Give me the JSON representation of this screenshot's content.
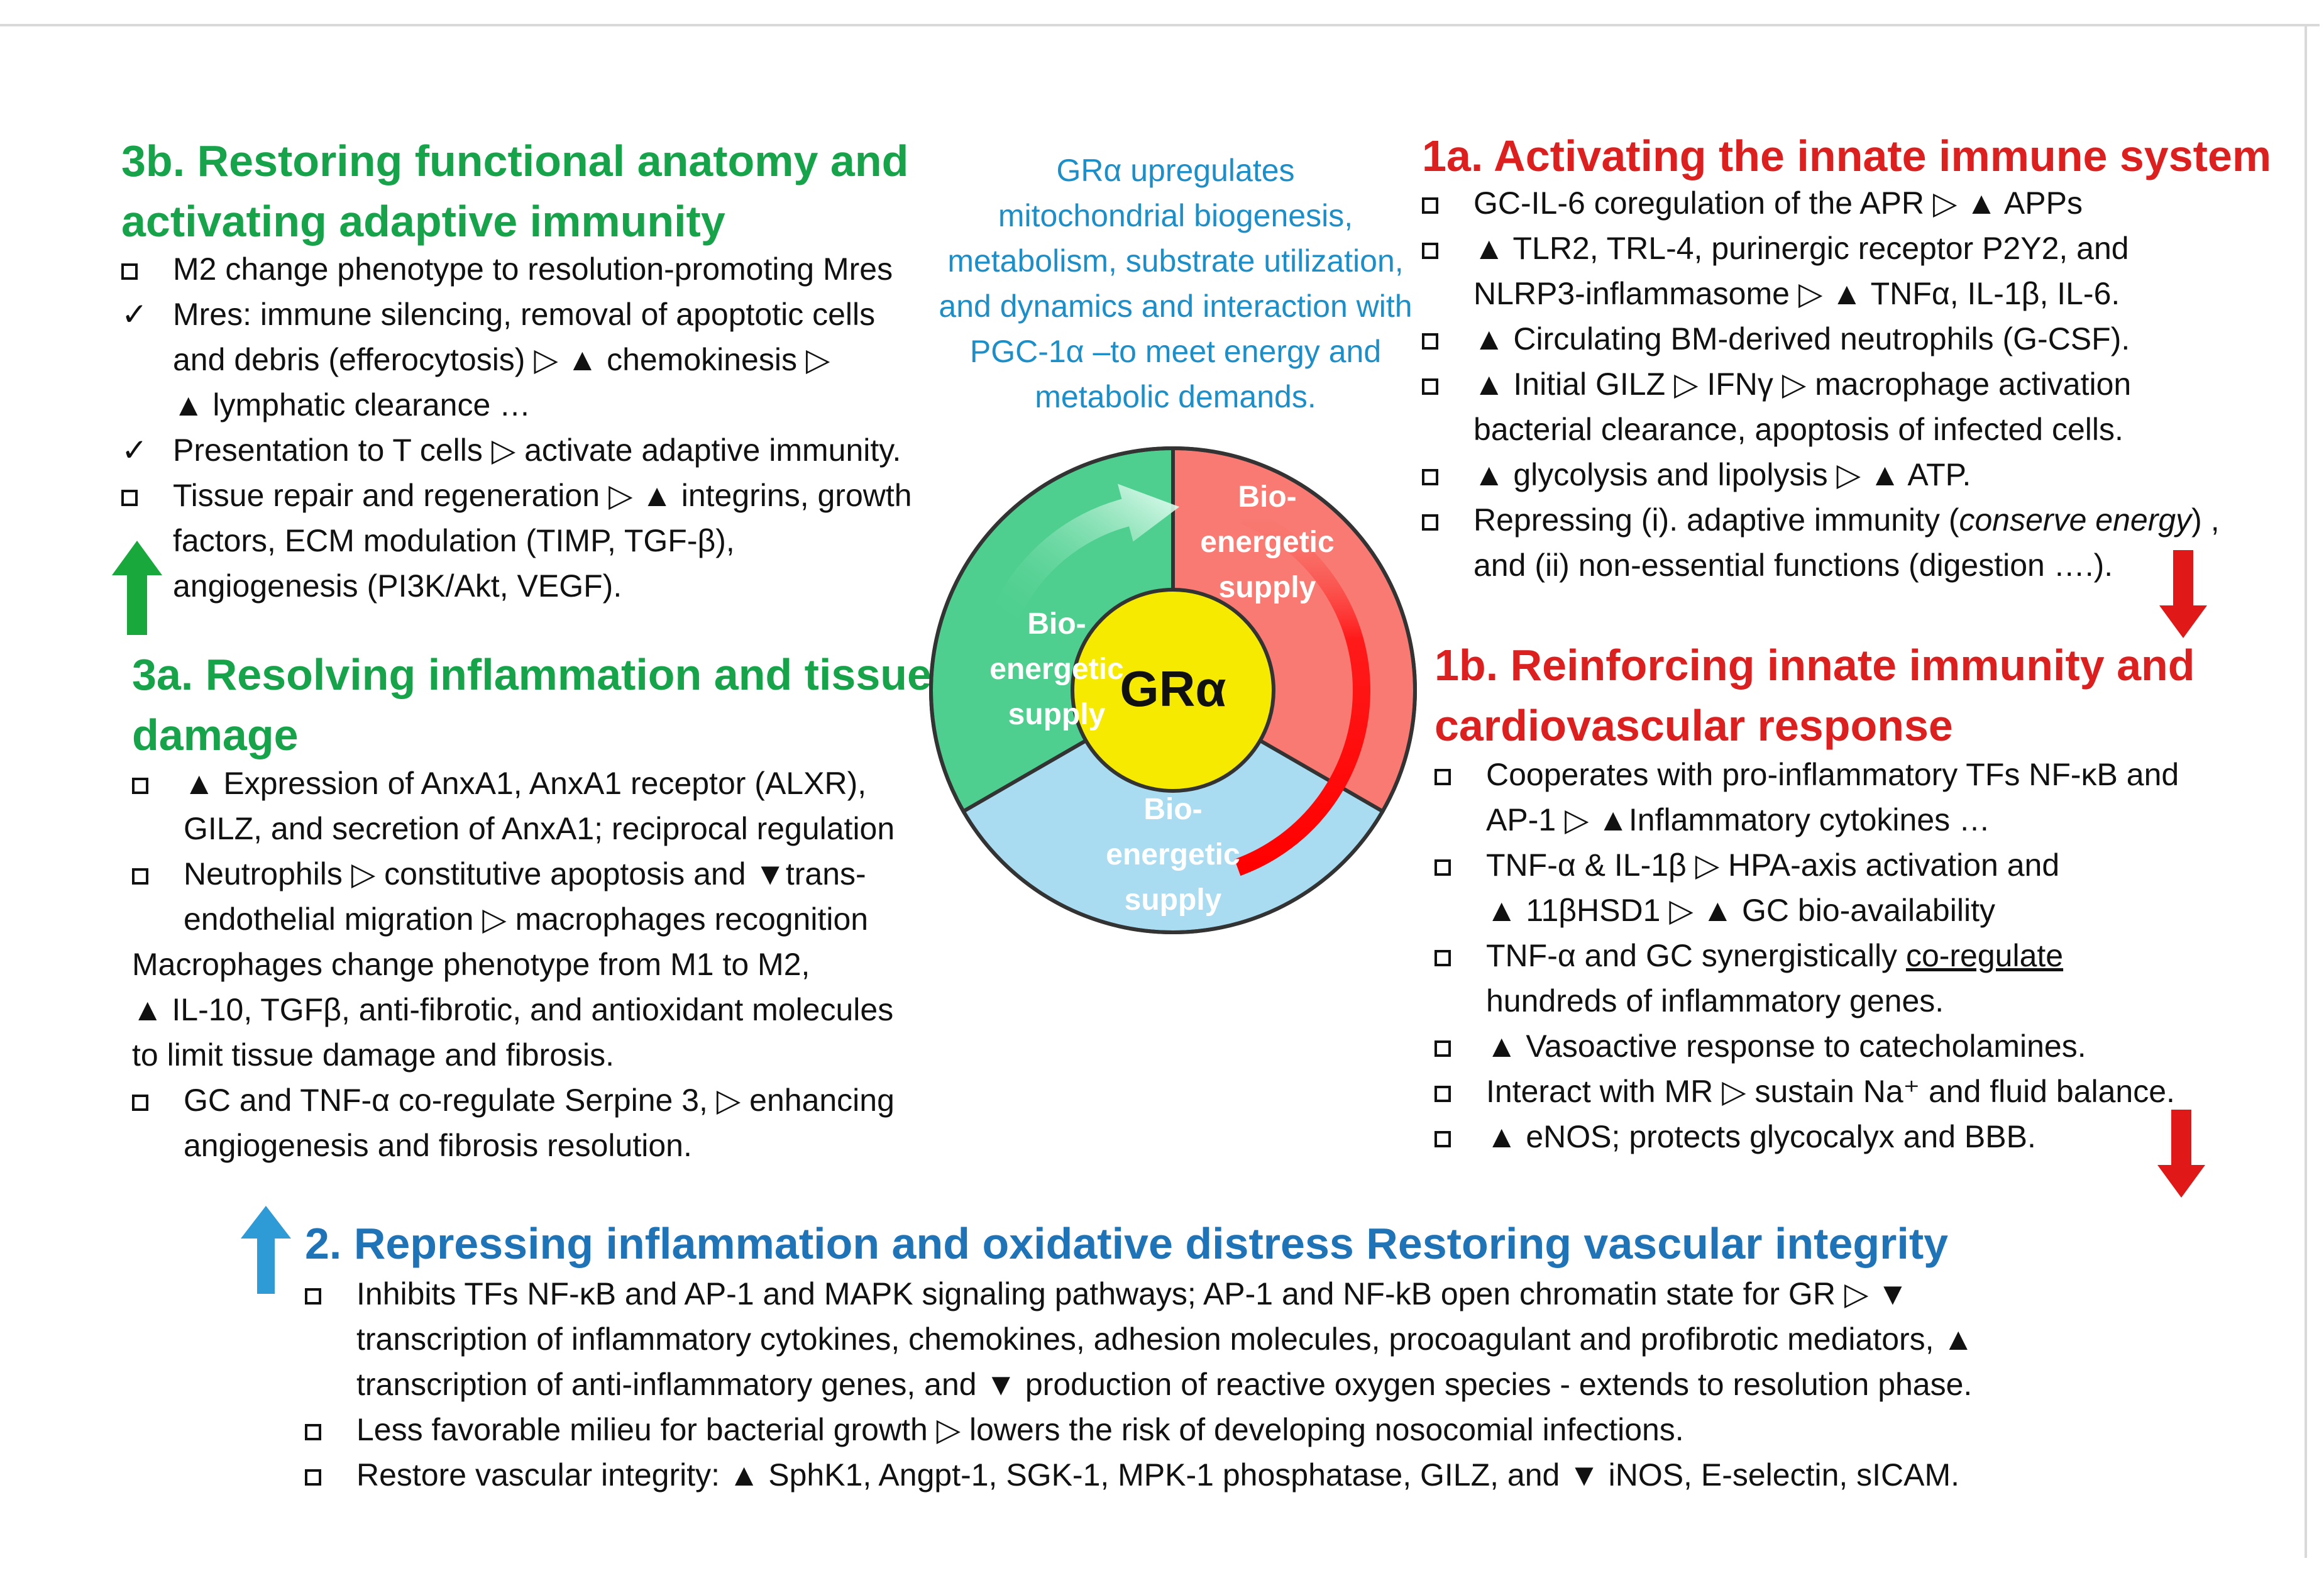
{
  "colors": {
    "green_heading": "#16a34a",
    "red_heading": "#dc1f1f",
    "blue_heading": "#1f73b7",
    "center_text": "#1c8fc9",
    "segment_green": "#4ecf8f",
    "segment_red": "#f87a72",
    "segment_blue": "#a9dcf1",
    "core": "#f6ea00"
  },
  "center": {
    "description_lines": [
      "GRα upregulates",
      "mitochondrial biogenesis,",
      "metabolism, substrate utilization,",
      "and dynamics and  interaction with",
      "PGC-1α –to meet energy and",
      "metabolic demands."
    ],
    "core_label": "GRα",
    "segment_label_lines": [
      "Bio-",
      "energetic",
      "supply"
    ]
  },
  "s3b": {
    "title_lines": [
      "3b. Restoring functional anatomy and",
      "activating adaptive immunity"
    ],
    "items": [
      {
        "bullet": "box",
        "lines": [
          "M2 change phenotype to resolution-promoting Mres"
        ]
      },
      {
        "bullet": "check",
        "lines": [
          "Mres: immune silencing, removal of apoptotic cells",
          "and debris (efferocytosis) ▷ ▲ chemokinesis ▷",
          "▲ lymphatic clearance …"
        ]
      },
      {
        "bullet": "check",
        "lines": [
          "Presentation to T cells ▷ activate adaptive immunity."
        ]
      },
      {
        "bullet": "box",
        "lines": [
          "Tissue repair and regeneration ▷ ▲ integrins, growth",
          "factors, ECM modulation (TIMP, TGF-β),",
          "angiogenesis (PI3K/Akt, VEGF)."
        ]
      }
    ]
  },
  "s3a": {
    "title_lines": [
      "3a. Resolving inflammation and tissue",
      "damage"
    ],
    "items": [
      {
        "bullet": "box",
        "lines": [
          "▲ Expression of AnxA1, AnxA1 receptor (ALXR),",
          "GILZ, and secretion of AnxA1; reciprocal regulation"
        ]
      },
      {
        "bullet": "box",
        "lines": [
          "Neutrophils ▷ constitutive apoptosis and ▼trans-",
          "endothelial migration ▷ macrophages recognition"
        ]
      },
      {
        "bullet": "none",
        "lines": [
          "Macrophages change phenotype from M1 to M2,",
          "▲ IL-10, TGFβ, anti-fibrotic, and antioxidant molecules",
          "to limit tissue damage and fibrosis."
        ]
      },
      {
        "bullet": "box",
        "lines": [
          "GC and TNF-α co-regulate Serpine 3, ▷ enhancing",
          "angiogenesis and fibrosis resolution."
        ]
      }
    ]
  },
  "s1a": {
    "title_lines": [
      "1a. Activating the innate immune system"
    ],
    "items": [
      {
        "bullet": "box",
        "lines": [
          "GC-IL-6 coregulation of the APR ▷  ▲ APPs"
        ]
      },
      {
        "bullet": "box",
        "lines": [
          "▲ TLR2, TRL-4, purinergic receptor P2Y2, and",
          "NLRP3-inflammasome ▷ ▲ TNFα, IL-1β, IL-6."
        ]
      },
      {
        "bullet": "box",
        "lines": [
          "▲ Circulating BM-derived neutrophils (G-CSF)."
        ]
      },
      {
        "bullet": "box",
        "lines": [
          "▲ Initial GILZ ▷ IFNγ ▷ macrophage activation",
          "bacterial clearance, apoptosis of infected cells."
        ]
      },
      {
        "bullet": "box",
        "lines": [
          "▲ glycolysis and lipolysis ▷ ▲ ATP."
        ]
      },
      {
        "bullet": "box",
        "lines": [
          "Repressing (i). adaptive immunity (conserve energy) ,",
          "and (ii) non-essential functions (digestion ….)."
        ]
      }
    ]
  },
  "s1b": {
    "title_lines": [
      "1b. Reinforcing innate immunity and",
      "cardiovascular response"
    ],
    "items": [
      {
        "bullet": "box",
        "lines": [
          "Cooperates with pro-inflammatory TFs NF-κB and",
          "AP-1 ▷  ▲Inflammatory cytokines …"
        ]
      },
      {
        "bullet": "box",
        "lines": [
          "TNF-α & IL-1β ▷ HPA-axis activation and",
          "▲ 11βHSD1 ▷ ▲ GC bio-availability"
        ]
      },
      {
        "bullet": "box",
        "lines": [
          "TNF-α and GC synergistically co-regulate",
          "hundreds of inflammatory genes."
        ]
      },
      {
        "bullet": "box",
        "lines": [
          "▲ Vasoactive response to catecholamines."
        ]
      },
      {
        "bullet": "box",
        "lines": [
          "Interact with MR ▷ sustain Na⁺ and fluid balance."
        ]
      },
      {
        "bullet": "box",
        "lines": [
          "▲ eNOS; protects glycocalyx and BBB."
        ]
      }
    ]
  },
  "s2": {
    "title_lines": [
      "2. Repressing inflammation and oxidative distress Restoring vascular integrity"
    ],
    "items": [
      {
        "bullet": "box",
        "lines": [
          "Inhibits TFs NF-κB and AP-1 and MAPK signaling pathways; AP-1 and NF-kB open chromatin state for GR  ▷  ▼",
          "transcription of inflammatory cytokines, chemokines, adhesion molecules, procoagulant and profibrotic mediators, ▲",
          "transcription of anti-inflammatory genes, and ▼ production of reactive oxygen species - extends to resolution phase."
        ]
      },
      {
        "bullet": "box",
        "lines": [
          "Less favorable milieu for bacterial growth ▷ lowers the risk of developing nosocomial infections."
        ]
      },
      {
        "bullet": "box",
        "lines": [
          "Restore vascular integrity: ▲ SphK1, Angpt-1, SGK-1, MPK-1 phosphatase, GILZ, and ▼ iNOS, E-selectin, sICAM."
        ]
      }
    ]
  }
}
